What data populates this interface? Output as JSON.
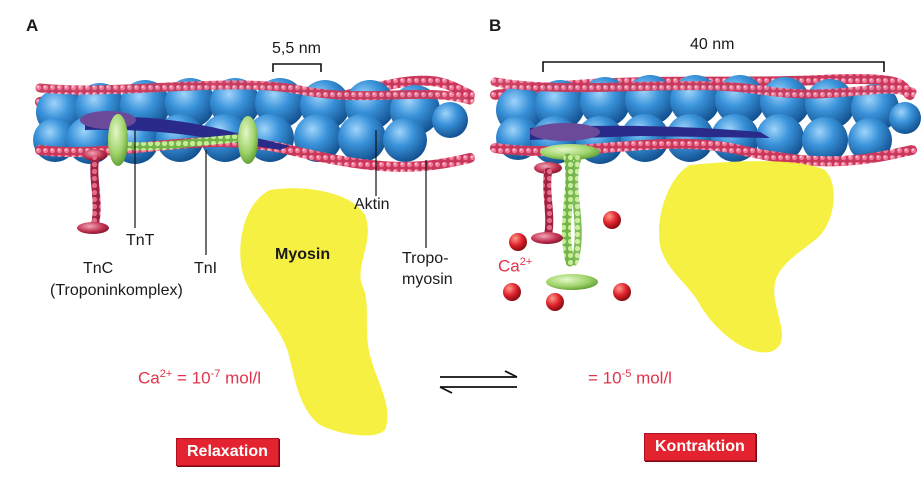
{
  "panels": {
    "a": {
      "letter": "A",
      "scale": "5,5 nm",
      "labels": {
        "aktin": "Aktin",
        "myosin": "Myosin",
        "tnt": "TnT",
        "tni": "TnI",
        "tnc": "TnC",
        "troponin": "(Troponinkomplex)",
        "tropo1": "Tropo-",
        "tropo2": "myosin"
      },
      "ca_prefix": "Ca",
      "ca_charge": "2+",
      "ca_eq": " = 10",
      "ca_exp": "-7",
      "ca_unit": " mol/l",
      "state": "Relaxation"
    },
    "b": {
      "letter": "B",
      "scale": "40 nm",
      "ca_label": "Ca",
      "ca_charge": "2+",
      "ca_eq": "= 10",
      "ca_exp": "-5",
      "ca_unit": " mol/l",
      "state": "Kontraktion"
    }
  },
  "colors": {
    "actin": "#2e8bd6",
    "tropomyosin": "#d23a5a",
    "troponin_green": "#9fd36a",
    "troponin_purple": "#6b4a9a",
    "myosin": "#f5ef3a",
    "calcium": "#e0242e",
    "accent": "#e3232f"
  }
}
